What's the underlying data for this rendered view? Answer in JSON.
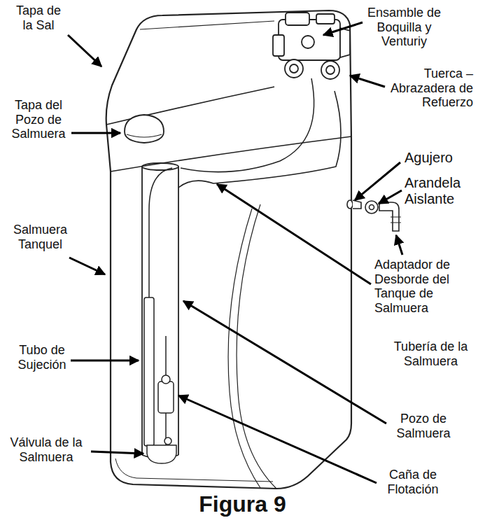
{
  "diagram": {
    "caption": "Figura 9",
    "labels": [
      "Tapa de la Sal",
      "Ensamble de Boquilla y Venturiy",
      "Tuerca – Abrazadera de Refuerzo",
      "Tapa del Pozo de Salmuera",
      "Agujero",
      "Arandela Aislante",
      "Salmuera Tanquel",
      "Adaptador de Desborde del Tanque de Salmuera",
      "Tubería de la Salmuera",
      "Tubo de Sujeción",
      "Pozo de Salmuera",
      "Válvula de la Salmuera",
      "Caña de Flotación"
    ]
  }
}
